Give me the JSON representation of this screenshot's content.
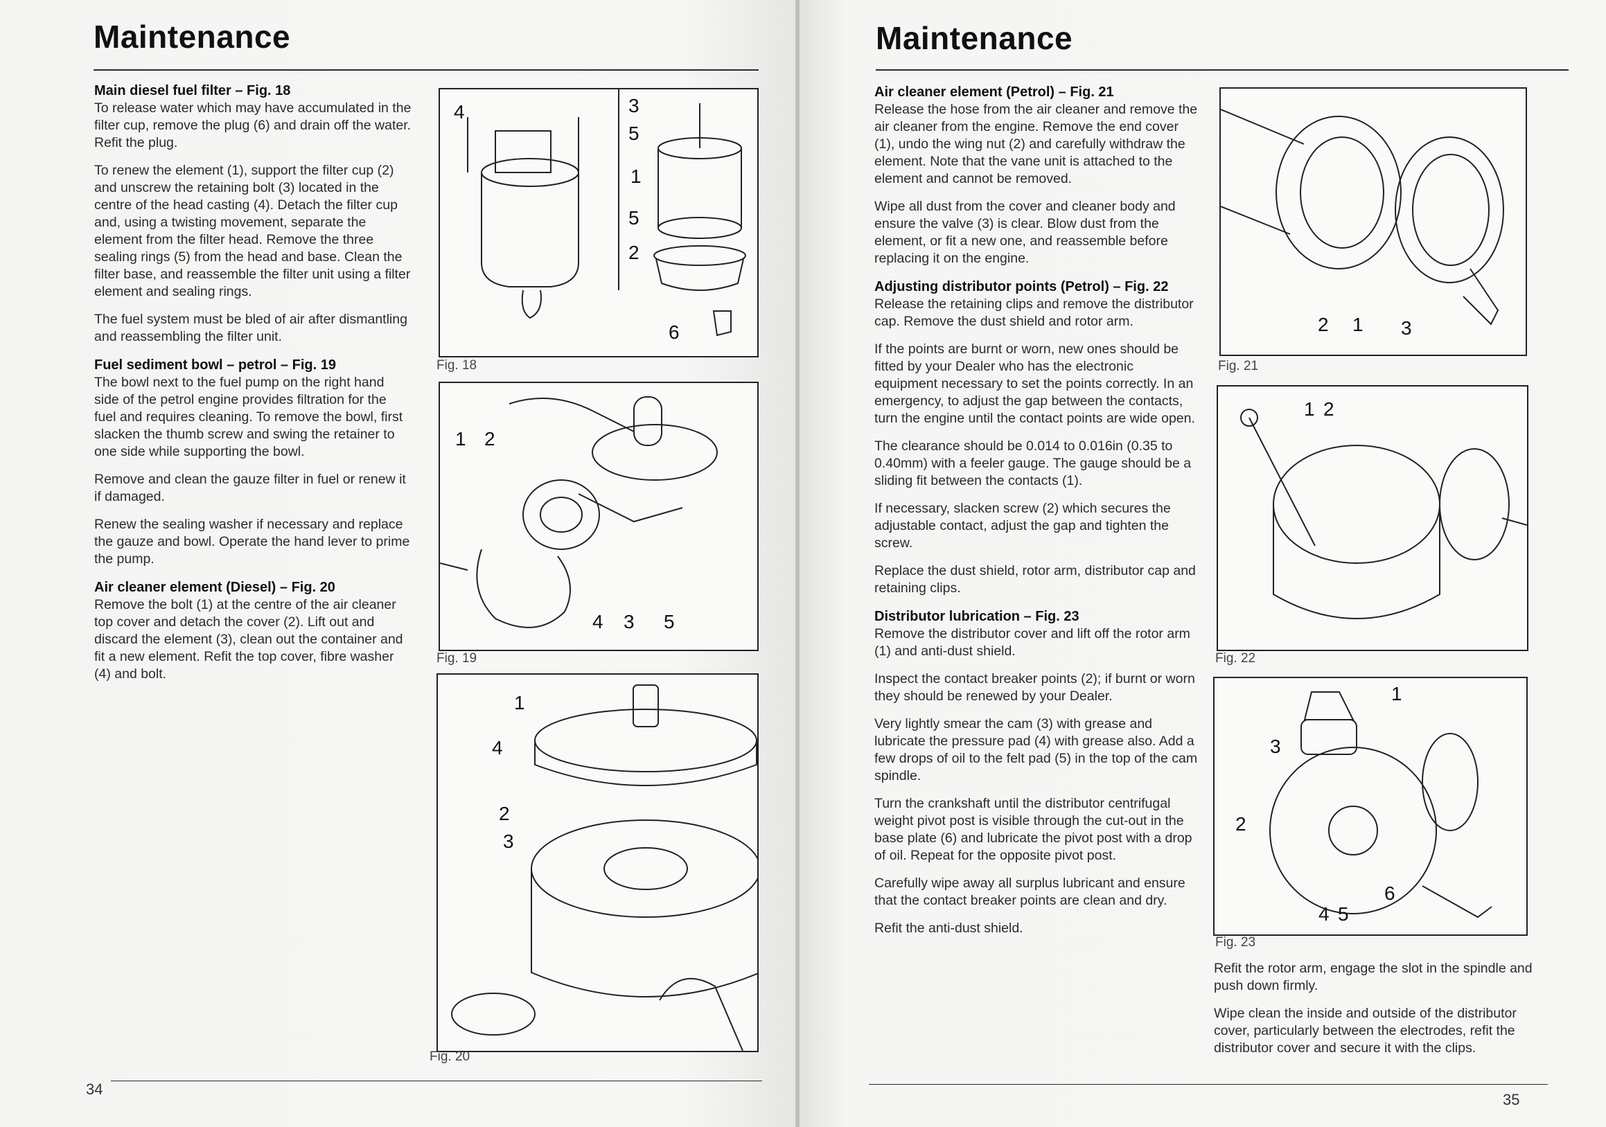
{
  "left": {
    "title": "Maintenance",
    "page_number": "34",
    "sections": [
      {
        "heading": "Main diesel fuel filter – Fig. 18",
        "paragraphs": [
          "To release water which may have accumulated in the filter cup, remove the plug (6) and drain off the water. Refit the plug.",
          "To renew the element (1), support the filter cup (2) and unscrew the retaining bolt (3) located in the centre of the head casting (4). Detach the filter cup and, using a twisting movement, separate the element from the filter head. Remove the three sealing rings (5) from the head and base. Clean the filter base, and reassemble the filter unit using a filter element and sealing rings.",
          "The fuel system must be bled of air after dismantling and reassembling the filter unit."
        ]
      },
      {
        "heading": "Fuel sediment bowl – petrol – Fig. 19",
        "paragraphs": [
          "The bowl next to the fuel pump on the right hand side of the petrol engine provides filtration for the fuel and requires cleaning. To remove the bowl, first slacken the thumb screw and swing the retainer to one side while supporting the bowl.",
          "Remove and clean the gauze filter in fuel or renew it if damaged.",
          "Renew the sealing washer if necessary and replace the gauze and bowl. Operate the hand lever to prime the pump."
        ]
      },
      {
        "heading": "Air cleaner element (Diesel) – Fig. 20",
        "paragraphs": [
          "Remove the bolt (1) at the centre of the air cleaner top cover and detach the cover (2). Lift out and discard the element (3), clean out the container and fit a new element. Refit the top cover, fibre washer (4) and bolt."
        ]
      }
    ],
    "figures": {
      "fig18": {
        "caption": "Fig. 18",
        "labels": [
          "4",
          "3",
          "5",
          "1",
          "5",
          "2",
          "6"
        ]
      },
      "fig19": {
        "caption": "Fig. 19",
        "labels": [
          "1",
          "2",
          "4",
          "3",
          "5"
        ]
      },
      "fig20": {
        "caption": "Fig. 20",
        "labels": [
          "1",
          "4",
          "2",
          "3"
        ]
      }
    }
  },
  "right": {
    "title": "Maintenance",
    "page_number": "35",
    "sections": [
      {
        "heading": "Air cleaner element (Petrol) – Fig. 21",
        "paragraphs": [
          "Release the hose from the air cleaner and remove the air cleaner from the engine. Remove the end cover (1), undo the wing nut (2) and carefully withdraw the element. Note that the vane unit is attached to the element and cannot be removed.",
          "Wipe all dust from the cover and cleaner body and ensure the valve (3) is clear. Blow dust from the element, or fit a new one, and reassemble before replacing it on the engine."
        ]
      },
      {
        "heading": "Adjusting distributor points (Petrol) – Fig. 22",
        "paragraphs": [
          "Release the retaining clips and remove the distributor cap. Remove the dust shield and rotor arm.",
          "If the points are burnt or worn, new ones should be fitted by your Dealer who has the electronic equipment necessary to set the points correctly. In an emergency, to adjust the gap between the contacts, turn the engine until the contact points are wide open.",
          "The clearance should be 0.014 to 0.016in (0.35 to 0.40mm) with a feeler gauge. The gauge should be a sliding fit between the contacts (1).",
          "If necessary, slacken screw (2) which secures the adjustable contact, adjust the gap and tighten the screw.",
          "Replace the dust shield, rotor arm, distributor cap and retaining clips."
        ]
      },
      {
        "heading": "Distributor lubrication – Fig. 23",
        "paragraphs": [
          "Remove the distributor cover and lift off the rotor arm (1) and anti-dust shield.",
          "Inspect the contact breaker points (2); if burnt or worn they should be renewed by your Dealer.",
          "Very lightly smear the cam (3) with grease and lubricate the pressure pad (4) with grease also. Add a few drops of oil to the felt pad (5) in the top of the cam spindle.",
          "Turn the crankshaft until the distributor centrifugal weight pivot post is visible through the cut-out in the base plate (6) and lubricate the pivot post with a drop of oil. Repeat for the opposite pivot post.",
          "Carefully wipe away all surplus lubricant and ensure that the contact breaker points are clean and dry.",
          "Refit the anti-dust shield."
        ]
      }
    ],
    "side_paragraphs": [
      "Refit the rotor arm, engage the slot in the spindle and push down firmly.",
      "Wipe clean the inside and outside of the distributor cover, particularly between the electrodes, refit the distributor cover and secure it with the clips."
    ],
    "figures": {
      "fig21": {
        "caption": "Fig. 21",
        "labels": [
          "2",
          "1",
          "3"
        ]
      },
      "fig22": {
        "caption": "Fig. 22",
        "labels": [
          "1",
          "2"
        ]
      },
      "fig23": {
        "caption": "Fig. 23",
        "labels": [
          "1",
          "3",
          "2",
          "4",
          "5",
          "6"
        ]
      }
    }
  }
}
